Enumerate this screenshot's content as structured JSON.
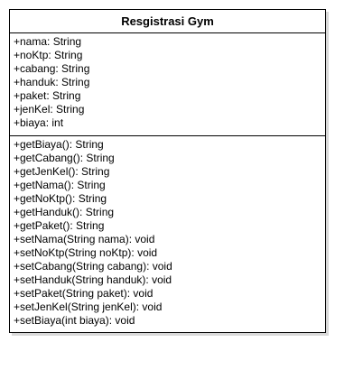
{
  "class_box": {
    "name": "Resgistrasi Gym",
    "attributes": [
      "+nama: String",
      "+noKtp: String",
      "+cabang: String",
      "+handuk: String",
      "+paket: String",
      "+jenKel: String",
      "+biaya: int"
    ],
    "methods": [
      "+getBiaya(): String",
      "+getCabang(): String",
      "+getJenKel(): String",
      "+getNama(): String",
      "+getNoKtp(): String",
      "+getHanduk(): String",
      "+getPaket(): String",
      "+setNama(String nama): void",
      "+setNoKtp(String noKtp): void",
      "+setCabang(String cabang): void",
      "+setHanduk(String handuk): void",
      "+setPaket(String paket): void",
      "+setJenKel(String jenKel): void",
      "+setBiaya(int biaya): void"
    ]
  }
}
